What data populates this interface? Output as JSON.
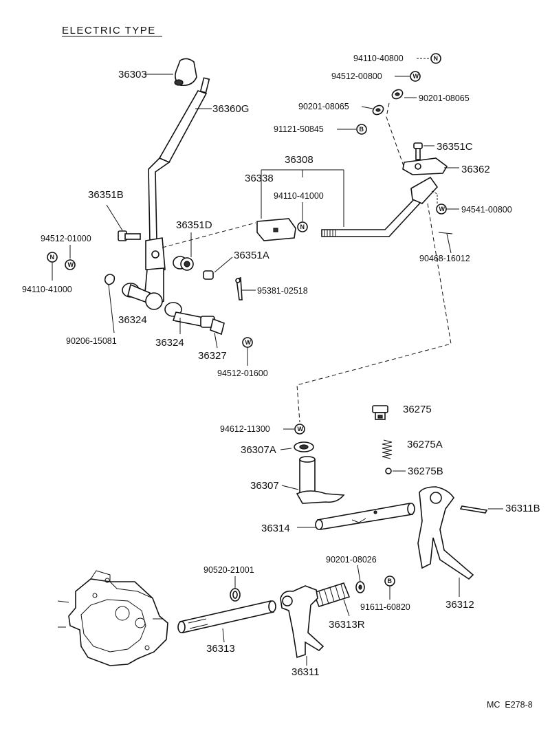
{
  "title": "ELECTRIC TYPE",
  "footer": "MC  E278-8",
  "symbols": {
    "nut": "N",
    "washer": "W",
    "bolt": "B"
  },
  "labels": {
    "p36303": "36303",
    "p36360G": "36360G",
    "p36351B": "36351B",
    "p94512_01000": "94512-01000",
    "p94110_41000_left": "94110-41000",
    "p36351D": "36351D",
    "p36351A": "36351A",
    "p36308": "36308",
    "p36338": "36338",
    "p94110_41000_mid": "94110-41000",
    "p36324_a": "36324",
    "p36324_b": "36324",
    "p90206_15081": "90206-15081",
    "p36327": "36327",
    "p95381_02518": "95381-02518",
    "p94512_01600": "94512-01600",
    "p94110_40800": "94110-40800",
    "p94512_00800": "94512-00800",
    "p90201_08065_right": "90201-08065",
    "p90201_08065_left": "90201-08065",
    "p91121_50845": "91121-50845",
    "p36351C": "36351C",
    "p36362": "36362",
    "p94541_00800": "94541-00800",
    "p90468_16012": "90468-16012",
    "p36275": "36275",
    "p94612_11300": "94612-11300",
    "p36307A": "36307A",
    "p36275A": "36275A",
    "p36275B": "36275B",
    "p36307": "36307",
    "p36311B": "36311B",
    "p36314": "36314",
    "p90201_08026": "90201-08026",
    "p90520_21001": "90520-21001",
    "p36312": "36312",
    "p91611_60820": "91611-60820",
    "p36313R": "36313R",
    "p36313": "36313",
    "p36311": "36311"
  }
}
